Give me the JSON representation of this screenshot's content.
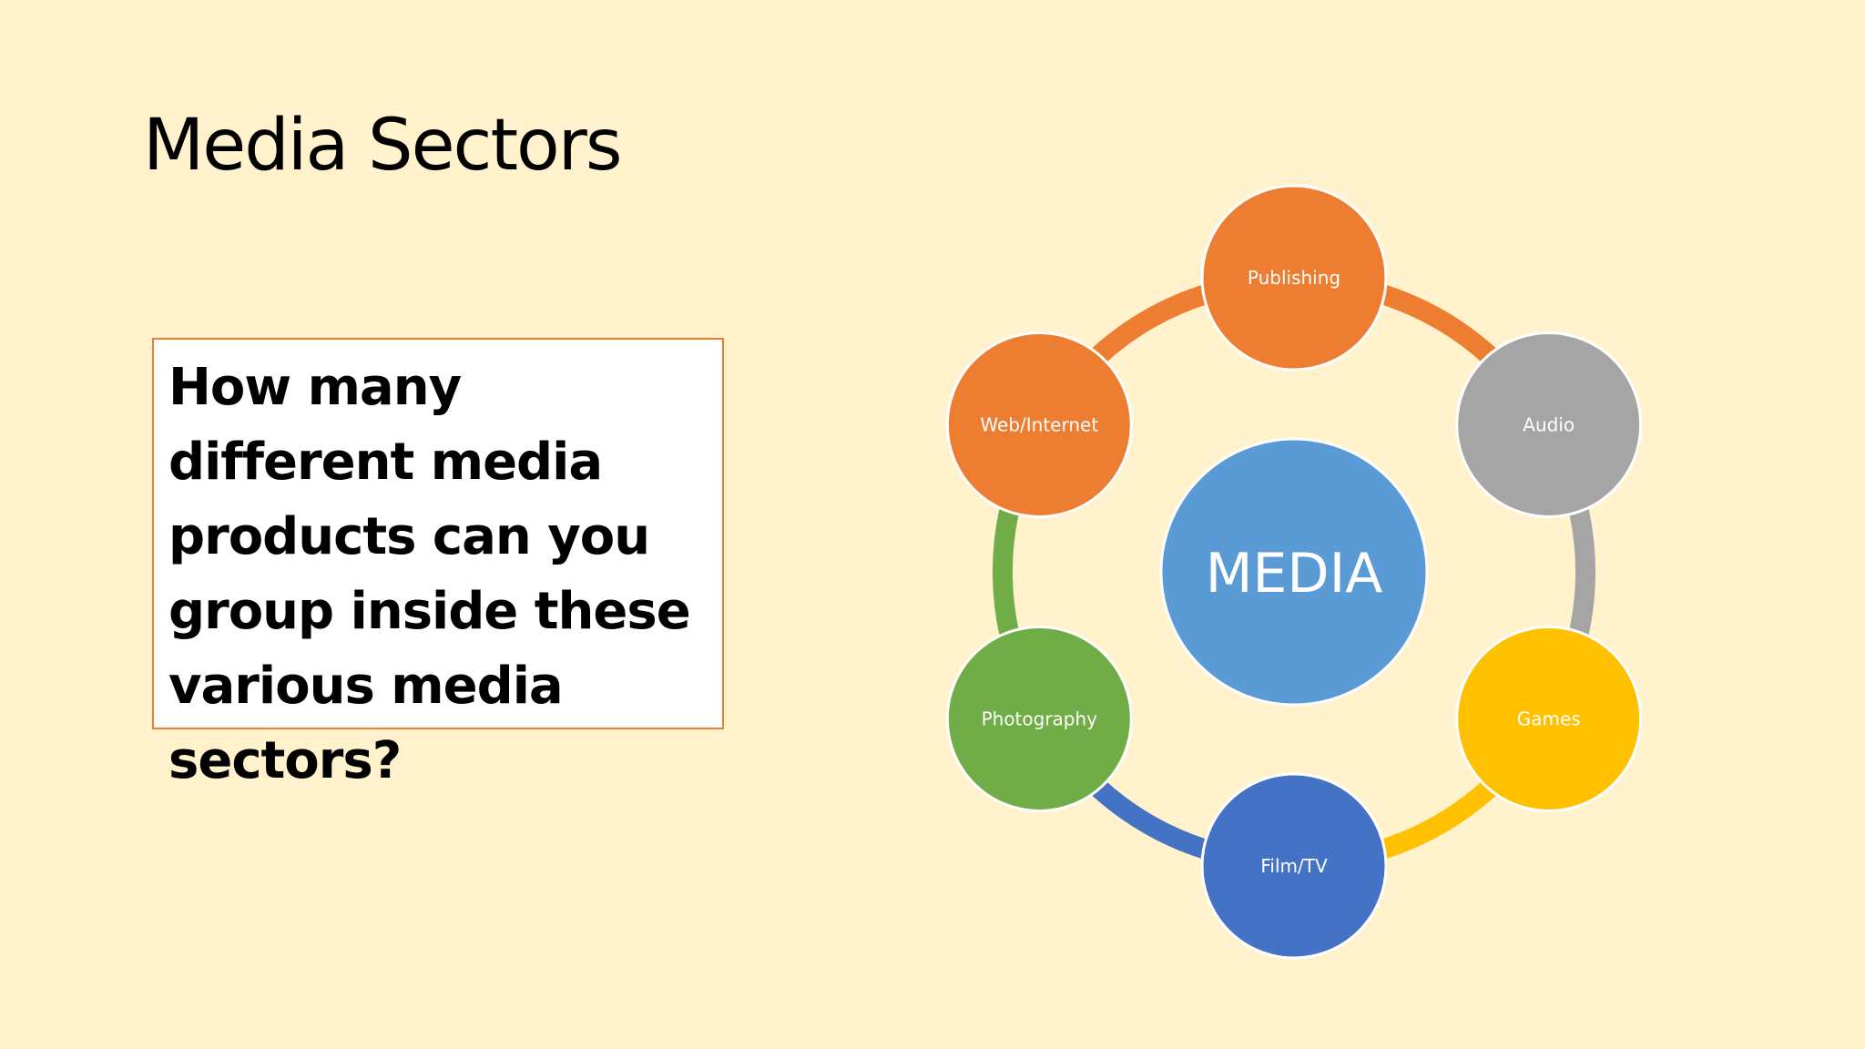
{
  "slide": {
    "title": "Media Sectors",
    "question": "How many different media products can you group inside these various media sectors?"
  },
  "diagram": {
    "center": {
      "label": "MEDIA",
      "color": "#5b9bd5"
    },
    "nodes": [
      {
        "label": "Publishing",
        "color": "#ed7d31"
      },
      {
        "label": "Audio",
        "color": "#a5a5a5"
      },
      {
        "label": "Games",
        "color": "#ffc000"
      },
      {
        "label": "Film/TV",
        "color": "#4472c4"
      },
      {
        "label": "Photography",
        "color": "#70ad47"
      },
      {
        "label": "Web/Internet",
        "color": "#ed7d31"
      }
    ]
  }
}
